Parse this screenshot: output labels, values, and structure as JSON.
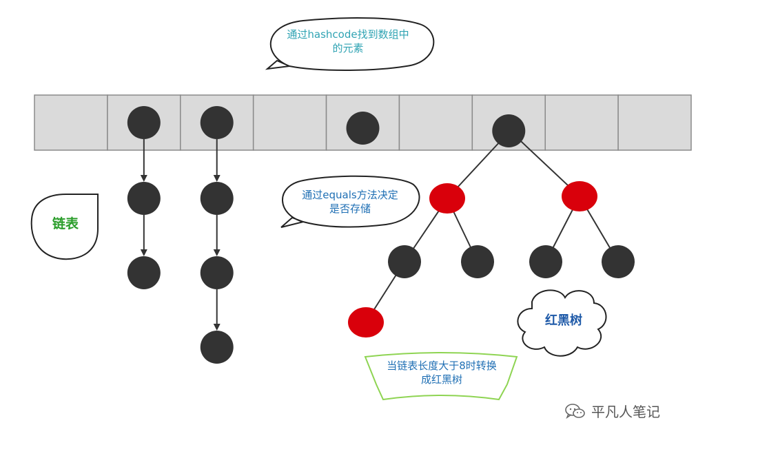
{
  "callouts": {
    "hash_line1": "通过hashcode找到数组中",
    "hash_line2": "的元素",
    "equals_line1": "通过equals方法决定",
    "equals_line2": "是否存储",
    "linked_list": "链表",
    "red_black_tree": "红黑树",
    "convert_line1": "当链表长度大于8时转换",
    "convert_line2": "成红黑树"
  },
  "watermark": {
    "icon": "wechat-icon",
    "text": "平凡人笔记"
  },
  "colors": {
    "array_fill": "#dadada",
    "black_node": "#333333",
    "red_node": "#d9000b",
    "edge": "#333333"
  },
  "array": {
    "slot_count": 9,
    "occupied_slots": [
      1,
      2,
      4,
      6
    ]
  },
  "linked_lists": [
    {
      "slot": 1,
      "nodes_below_slot": 2
    },
    {
      "slot": 2,
      "nodes_below_slot": 3
    }
  ],
  "red_black_tree": {
    "root_slot": 6,
    "nodes": [
      {
        "id": "root",
        "color": "black",
        "parent": null
      },
      {
        "id": "left",
        "color": "red",
        "parent": "root"
      },
      {
        "id": "right",
        "color": "red",
        "parent": "root"
      },
      {
        "id": "left-left",
        "color": "black",
        "parent": "left"
      },
      {
        "id": "left-right",
        "color": "black",
        "parent": "left"
      },
      {
        "id": "right-left",
        "color": "black",
        "parent": "right"
      },
      {
        "id": "right-right",
        "color": "black",
        "parent": "right"
      },
      {
        "id": "left-left-left",
        "color": "red",
        "parent": "left-left"
      }
    ]
  }
}
